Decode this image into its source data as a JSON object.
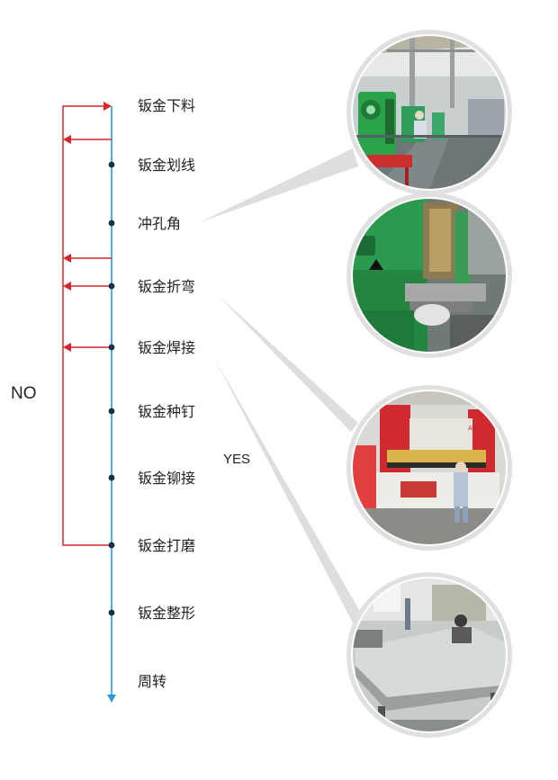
{
  "steps": [
    {
      "label": "钣金下料"
    },
    {
      "label": "钣金划线"
    },
    {
      "label": "冲孔角"
    },
    {
      "label": "钣金折弯"
    },
    {
      "label": "钣金焊接"
    },
    {
      "label": "钣金种钉"
    },
    {
      "label": "钣金铆接"
    },
    {
      "label": "钣金打磨"
    },
    {
      "label": "钣金整形"
    },
    {
      "label": "周转"
    }
  ],
  "no_label": "NO",
  "yes_label": "YES",
  "colors": {
    "main_line": "#2a9bd6",
    "dot": "#1c2f4a",
    "feedback": "#d9262b",
    "connector": "#dcdcdc",
    "circle_ring": "#e0e0e0"
  },
  "photos": [
    {
      "name": "workshop-punch-press-photo"
    },
    {
      "name": "punch-press-closeup-photo"
    },
    {
      "name": "press-brake-photo"
    },
    {
      "name": "welding-table-photo"
    }
  ]
}
